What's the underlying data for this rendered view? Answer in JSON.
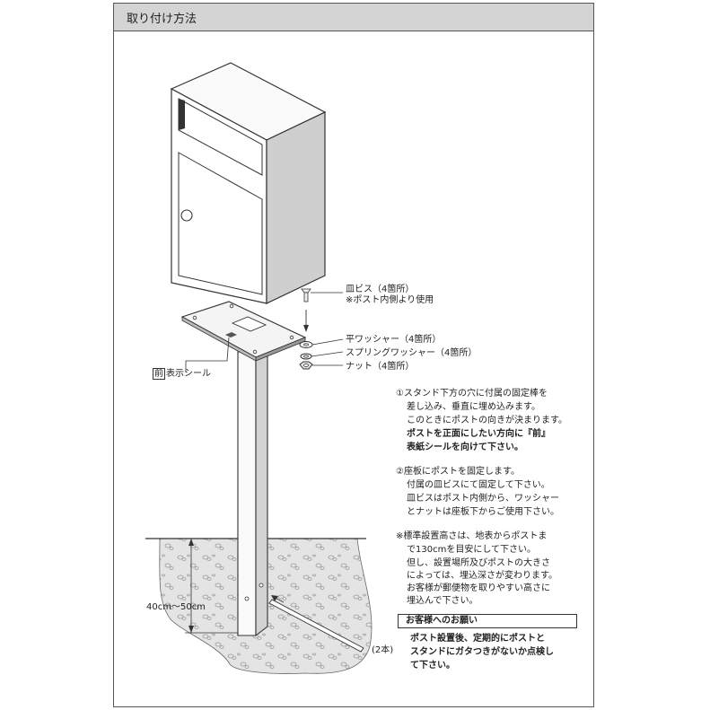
{
  "header": {
    "title": "取り付け方法"
  },
  "callouts": {
    "screw": "皿ビス（4箇所）",
    "screw_note": "※ポスト内側より使用",
    "flat_washer": "平ワッシャー（4箇所）",
    "spring_washer": "スプリングワッシャー（4箇所）",
    "nut": "ナット（4箇所）",
    "front_label_char": "前",
    "front_label_text": "表示シール",
    "depth": "40cm〜50cm",
    "rod_count": "(2本)"
  },
  "steps": [
    {
      "lines": [
        "①スタンド下方の穴に付属の固定棒を",
        "差し込み、垂直に埋め込みます。",
        "このときにポストの向きが決まります。"
      ],
      "bold_lines": [
        "ポストを正面にしたい方向に『前』",
        "表紙シールを向けて下さい。"
      ]
    },
    {
      "lines": [
        "②座板にポストを固定します。",
        "付属の皿ビスにて固定して下さい。",
        "皿ビスはポスト内側から、ワッシャー",
        "とナットは座板下からご使用下さい。"
      ]
    }
  ],
  "note": {
    "lines": [
      "※標準設置高さは、地表からポストま",
      "で130cmを目安にして下さい。",
      "但し、設置場所及びポストの大きさ",
      "によっては、埋込深さが変わります。",
      "お客様が郵便物を取りやすい高さに",
      "埋込んで下さい。"
    ]
  },
  "request": {
    "title": "お客様へのお願い",
    "lines": [
      "ポスト設置後、定期的にポストと",
      "スタンドにガタつきがないか点検し",
      "て下さい。"
    ]
  }
}
